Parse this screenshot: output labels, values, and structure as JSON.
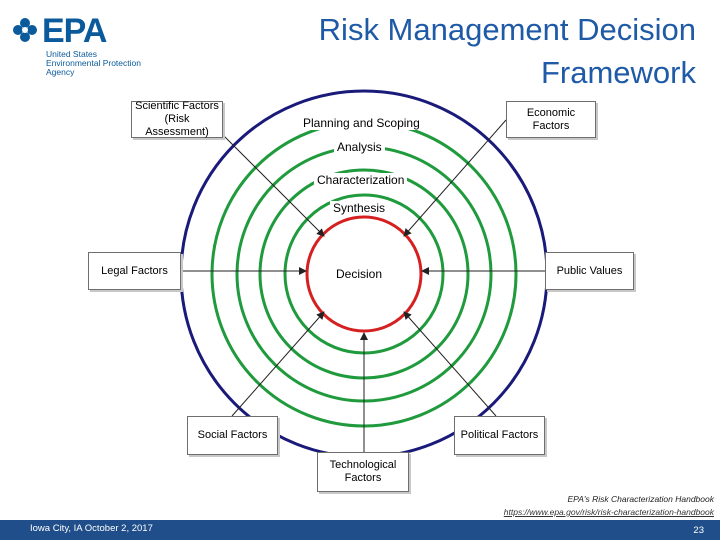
{
  "logo": {
    "mark_text": "EPA",
    "line1": "United States",
    "line2": "Environmental Protection",
    "line3": "Agency"
  },
  "title": {
    "line1": "Risk Management Decision",
    "line2": "Framework"
  },
  "rings": {
    "outer": "Planning and Scoping",
    "analysis": "Analysis",
    "characterization": "Characterization",
    "synthesis": "Synthesis",
    "center": "Decision"
  },
  "factors": {
    "scientific": "Scientific Factors\n(Risk Assessment)",
    "economic": "Economic\nFactors",
    "legal": "Legal Factors",
    "public": "Public Values",
    "social": "Social Factors",
    "political": "Political Factors",
    "technological": "Technological\nFactors"
  },
  "source": {
    "line1": "EPA's Risk Characterization Handbook",
    "line2": "https://www.epa.gov/risk/risk-characterization-handbook"
  },
  "footer": {
    "location_date": "Iowa City, IA  October 2, 2017",
    "page_number": "23"
  },
  "colors": {
    "outer_ring": "#1a1a7a",
    "middle_rings": "#1f9a3c",
    "inner_ring": "#d42020",
    "title": "#1f5aa6",
    "logo": "#0a5a9c",
    "footer_bar": "#1f4e8a"
  }
}
